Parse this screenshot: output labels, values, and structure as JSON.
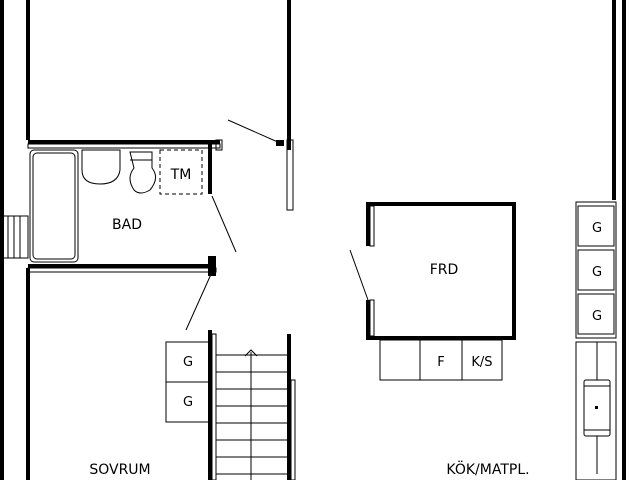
{
  "rooms": {
    "bad": "BAD",
    "sovrum": "SOVRUM",
    "kok": "KÖK/MATPL.",
    "frd": "FRD"
  },
  "fixtures": {
    "tm": "TM",
    "f": "F",
    "ks": "K/S",
    "g": "G"
  }
}
